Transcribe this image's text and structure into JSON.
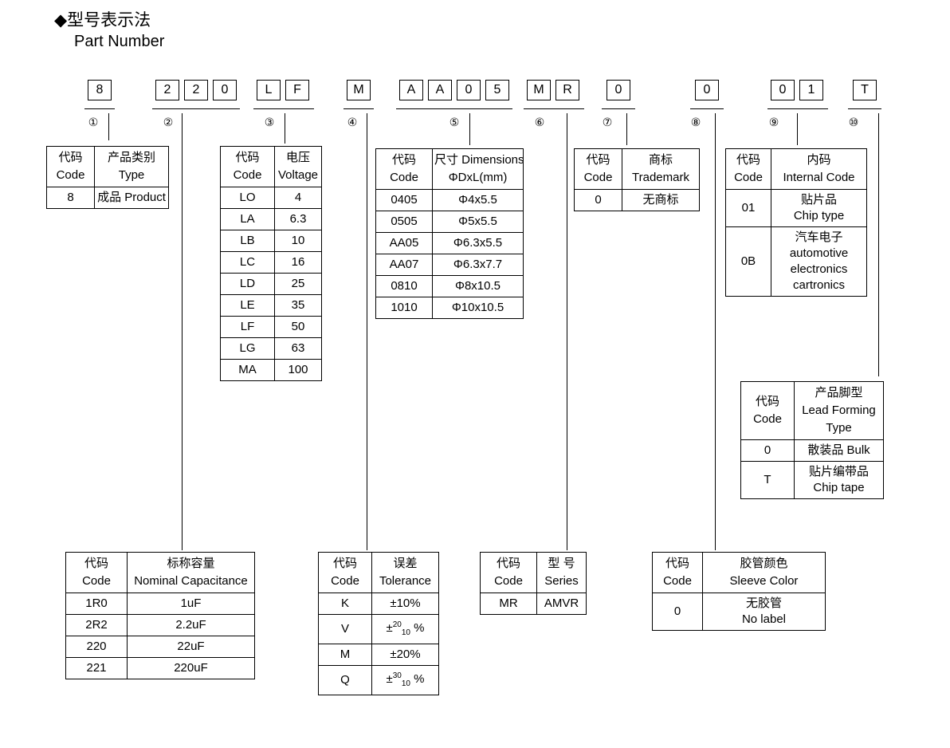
{
  "title": {
    "bullet": "◆",
    "cn": "型号表示法",
    "en": "Part Number"
  },
  "part_number": {
    "groups": [
      {
        "index": "①",
        "chars": [
          "8"
        ]
      },
      {
        "index": "②",
        "chars": [
          "2",
          "2",
          "0"
        ]
      },
      {
        "index": "③",
        "chars": [
          "L",
          "F"
        ]
      },
      {
        "index": "④",
        "chars": [
          "M"
        ]
      },
      {
        "index": "⑤",
        "chars": [
          "A",
          "A",
          "0",
          "5"
        ]
      },
      {
        "index": "⑥",
        "chars": [
          "M",
          "R"
        ]
      },
      {
        "index": "⑦",
        "chars": [
          "0"
        ]
      },
      {
        "index": "⑧",
        "chars": [
          "0"
        ]
      },
      {
        "index": "⑨",
        "chars": [
          "0",
          "1"
        ]
      },
      {
        "index": "⑩",
        "chars": [
          "T"
        ]
      }
    ]
  },
  "tables": {
    "type": {
      "header": {
        "code_cn": "代码",
        "code_en": "Code",
        "name_cn": "产品类别",
        "name_en": "Type"
      },
      "rows": [
        {
          "code": "8",
          "value": "成品 Product"
        }
      ]
    },
    "voltage": {
      "header": {
        "code_cn": "代码",
        "code_en": "Code",
        "name_cn": "电压",
        "name_en": "Voltage"
      },
      "rows": [
        {
          "code": "LO",
          "value": "4"
        },
        {
          "code": "LA",
          "value": "6.3"
        },
        {
          "code": "LB",
          "value": "10"
        },
        {
          "code": "LC",
          "value": "16"
        },
        {
          "code": "LD",
          "value": "25"
        },
        {
          "code": "LE",
          "value": "35"
        },
        {
          "code": "LF",
          "value": "50"
        },
        {
          "code": "LG",
          "value": "63"
        },
        {
          "code": "MA",
          "value": "100"
        }
      ]
    },
    "dimensions": {
      "header": {
        "code_cn": "代码",
        "code_en": "Code",
        "name_cn": "尺寸 Dimensions",
        "name_en": "ΦDxL(mm)"
      },
      "rows": [
        {
          "code": "0405",
          "value": "Φ4x5.5"
        },
        {
          "code": "0505",
          "value": "Φ5x5.5"
        },
        {
          "code": "AA05",
          "value": "Φ6.3x5.5"
        },
        {
          "code": "AA07",
          "value": "Φ6.3x7.7"
        },
        {
          "code": "0810",
          "value": "Φ8x10.5"
        },
        {
          "code": "1010",
          "value": "Φ10x10.5"
        }
      ]
    },
    "trademark": {
      "header": {
        "code_cn": "代码",
        "code_en": "Code",
        "name_cn": "商标",
        "name_en": "Trademark"
      },
      "rows": [
        {
          "code": "0",
          "value": "无商标"
        }
      ]
    },
    "internal_code": {
      "header": {
        "code_cn": "代码",
        "code_en": "Code",
        "name_cn": "内码",
        "name_en": "Internal Code"
      },
      "rows": [
        {
          "code": "01",
          "cn": "贴片品",
          "en": "Chip type"
        },
        {
          "code": "0B",
          "cn": "汽车电子",
          "en": "automotive",
          "en2": "electronics",
          "en3": "cartronics"
        }
      ]
    },
    "lead_forming": {
      "header": {
        "code_cn": "代码",
        "code_en": "Code",
        "name_cn": "产品脚型",
        "name_en": "Lead Forming",
        "name_en2": "Type"
      },
      "rows": [
        {
          "code": "0",
          "value": "散装品 Bulk"
        },
        {
          "code": "T",
          "cn": "贴片编带品",
          "en": "Chip tape"
        }
      ]
    },
    "capacitance": {
      "header": {
        "code_cn": "代码",
        "code_en": "Code",
        "name_cn": "标称容量",
        "name_en": "Nominal Capacitance"
      },
      "rows": [
        {
          "code": "1R0",
          "value": "1uF"
        },
        {
          "code": "2R2",
          "value": "2.2uF"
        },
        {
          "code": "220",
          "value": "22uF"
        },
        {
          "code": "221",
          "value": "220uF"
        }
      ]
    },
    "tolerance": {
      "header": {
        "code_cn": "代码",
        "code_en": "Code",
        "name_cn": "误差",
        "name_en": "Tolerance"
      },
      "rows": [
        {
          "code": "K",
          "value": "±10%"
        },
        {
          "code": "V",
          "sign": "±",
          "sup": "20",
          "sub": "10",
          "unit": "%"
        },
        {
          "code": "M",
          "value": "±20%"
        },
        {
          "code": "Q",
          "sign": "±",
          "sup": "30",
          "sub": "10",
          "unit": "%"
        }
      ]
    },
    "series": {
      "header": {
        "code_cn": "代码",
        "code_en": "Code",
        "name_cn": "型 号",
        "name_en": "Series"
      },
      "rows": [
        {
          "code": "MR",
          "value": "AMVR"
        }
      ]
    },
    "sleeve_color": {
      "header": {
        "code_cn": "代码",
        "code_en": "Code",
        "name_cn": "胶管颜色",
        "name_en": "Sleeve Color"
      },
      "rows": [
        {
          "code": "0",
          "cn": "无胶管",
          "en": "No label"
        }
      ]
    }
  }
}
